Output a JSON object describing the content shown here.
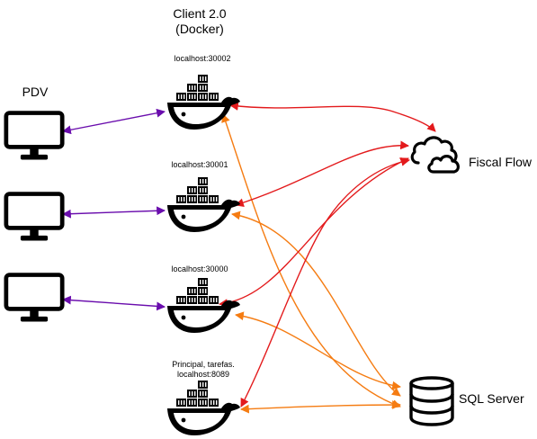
{
  "header": {
    "line1": "Client 2.0",
    "line2": "(Docker)"
  },
  "pdv_label": "PDV",
  "containers": [
    {
      "label_lines": [
        "localhost:30002"
      ]
    },
    {
      "label_lines": [
        "localhost:30001"
      ]
    },
    {
      "label_lines": [
        "localhost:30000"
      ]
    },
    {
      "label_lines": [
        "Principal, tarefas.",
        "localhost:8089"
      ]
    }
  ],
  "services": {
    "cloud": {
      "label": "Fiscal Flow",
      "icon": "cloud-icon"
    },
    "database": {
      "label": "SQL Server",
      "icon": "database-icon"
    }
  },
  "colors": {
    "pdv_link": "#6a0dad",
    "fiscal_link": "#e31a1c",
    "sql_link": "#f57c12",
    "icon": "#000000"
  }
}
